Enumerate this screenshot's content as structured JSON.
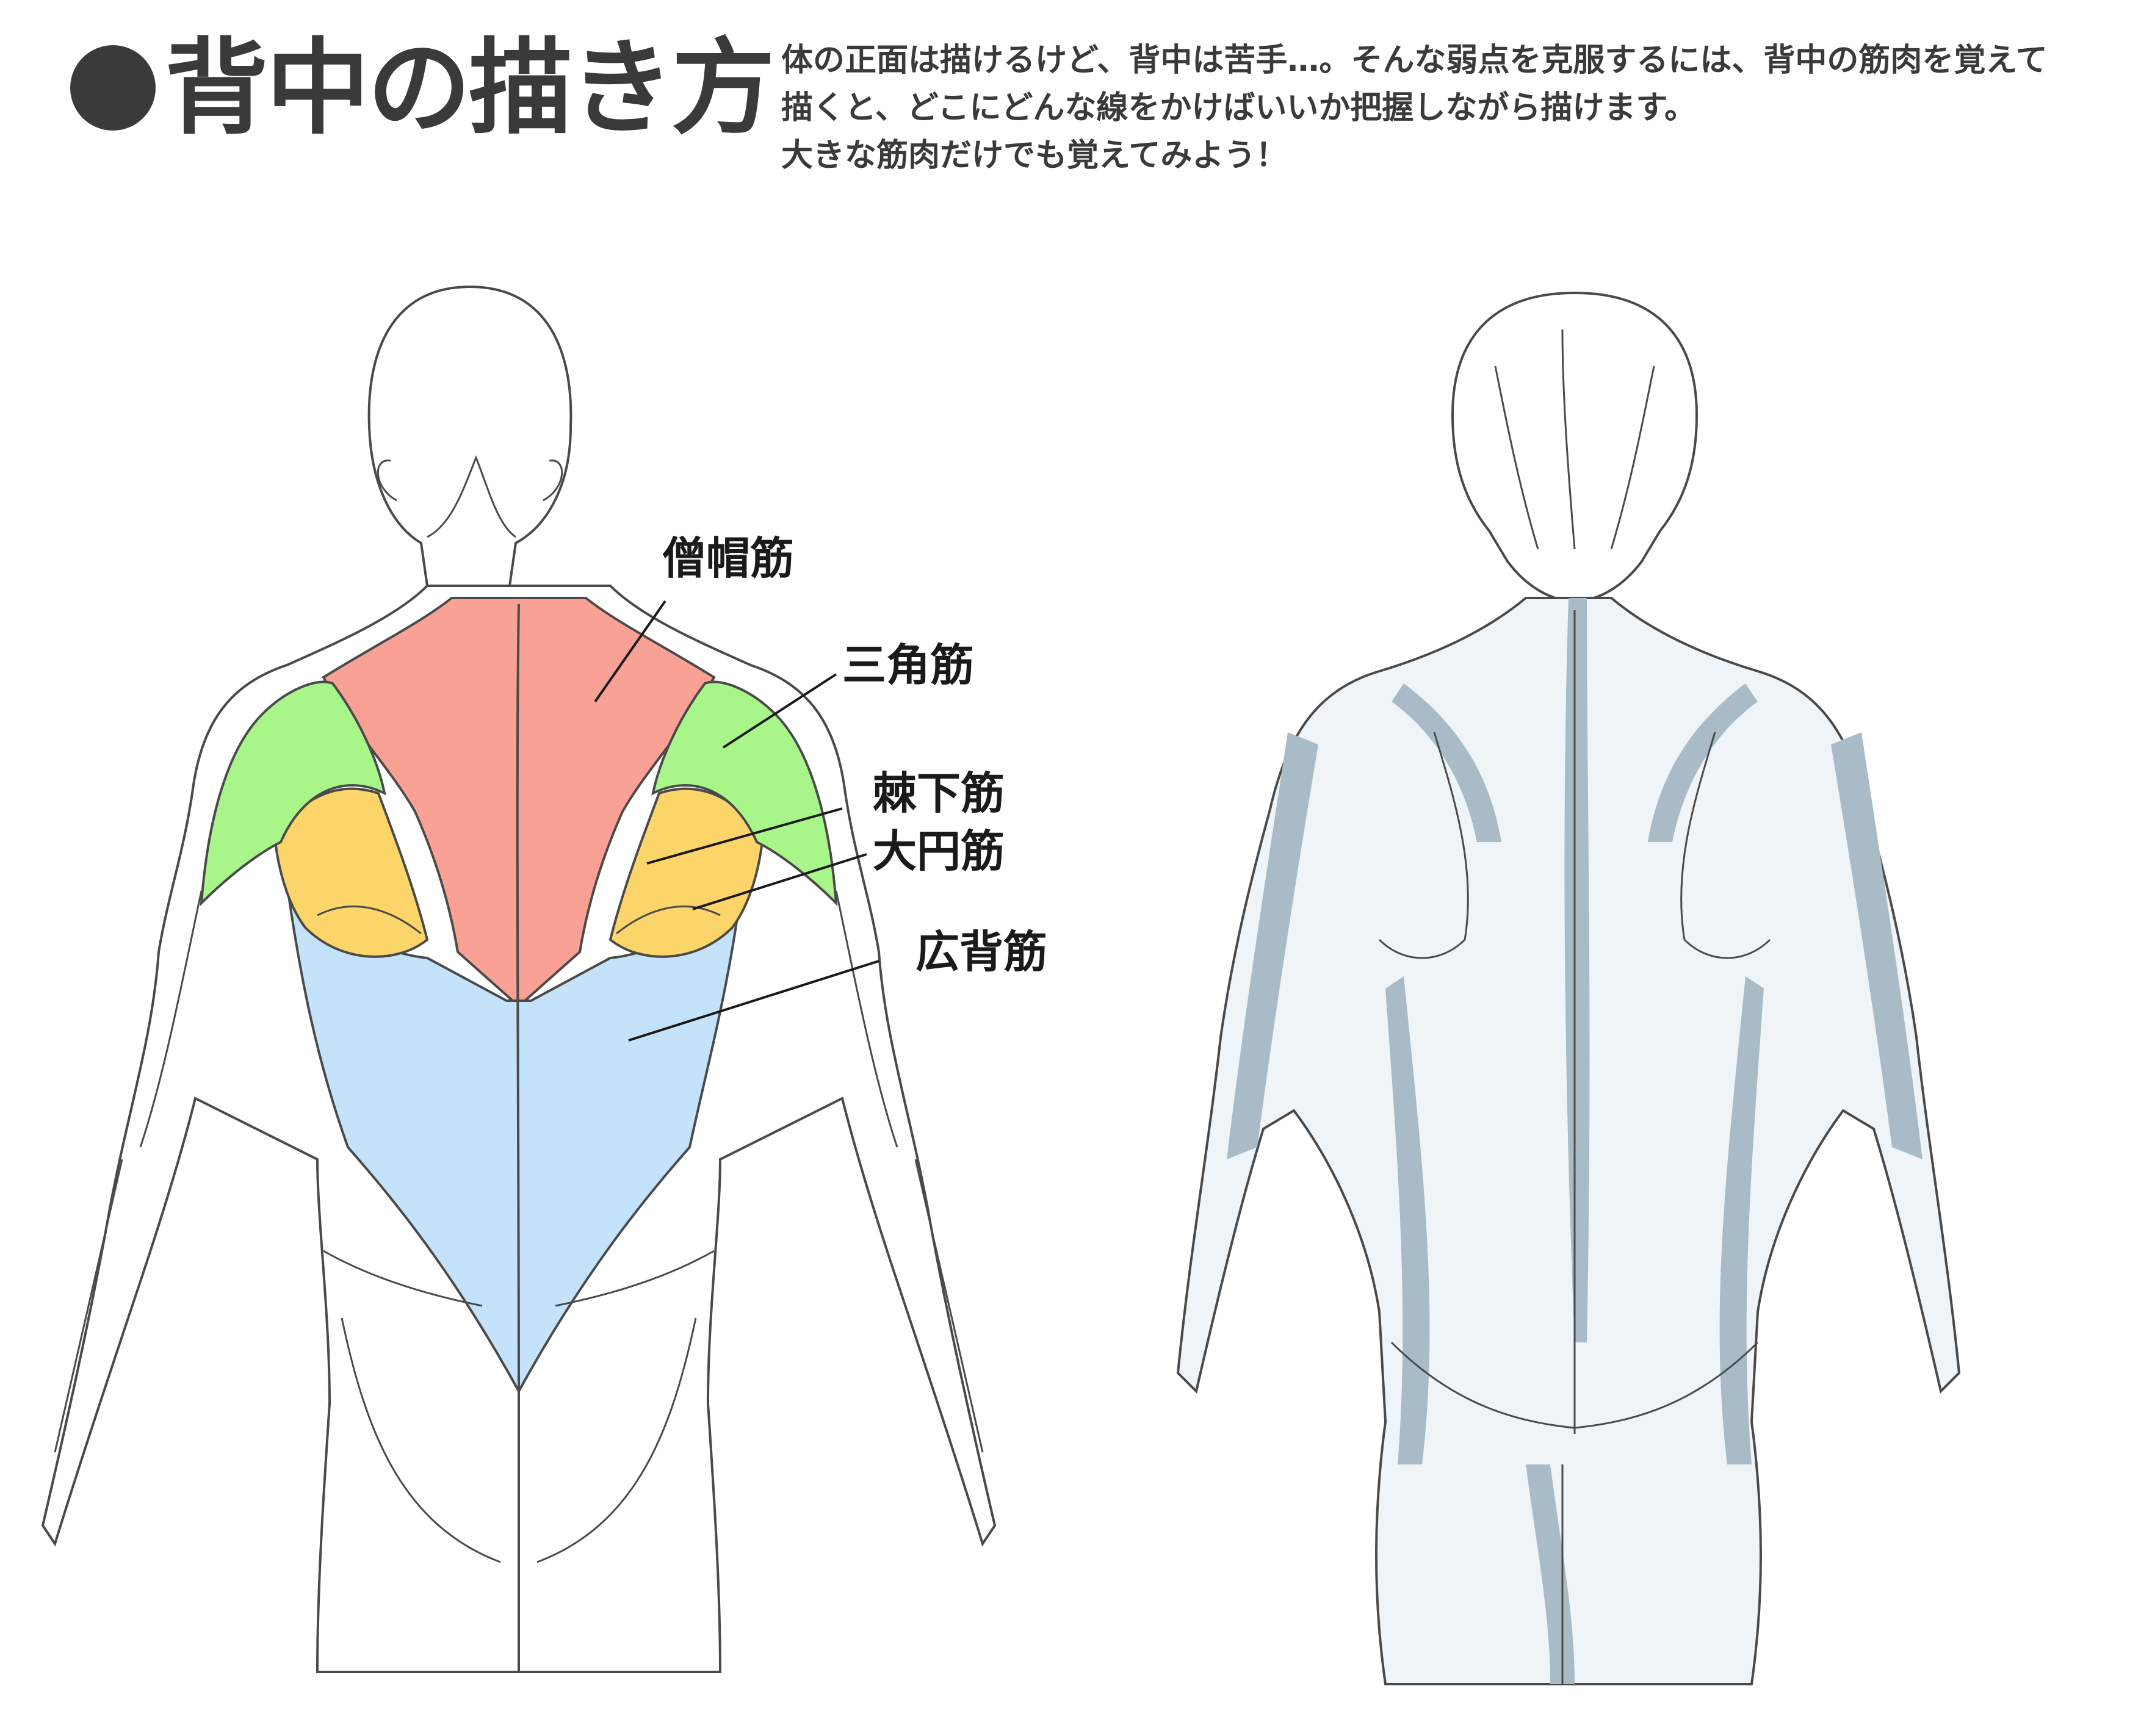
{
  "header": {
    "title": "背中の描き方",
    "description_lines": [
      "体の正面は描けるけど、背中は苦手…。そんな弱点を克服するには、背中の筋肉を覚えて",
      "描くと、どこにどんな線をかけばいいか把握しながら描けます。",
      "大きな筋肉だけでも覚えてみよう！"
    ]
  },
  "muscles": [
    {
      "label": "僧帽筋",
      "color": "#f8a194"
    },
    {
      "label": "三角筋",
      "color": "#a8f58a"
    },
    {
      "label": "棘下筋",
      "color": "#fcd56a"
    },
    {
      "label": "大円筋",
      "color": "#fcd56a"
    },
    {
      "label": "広背筋",
      "color": "#c4e3fa"
    }
  ],
  "colors": {
    "title": "#3a3a3a",
    "lineart": "#4a4a4a",
    "shading": "#a9bbc6",
    "skin": "#eef4f8"
  }
}
